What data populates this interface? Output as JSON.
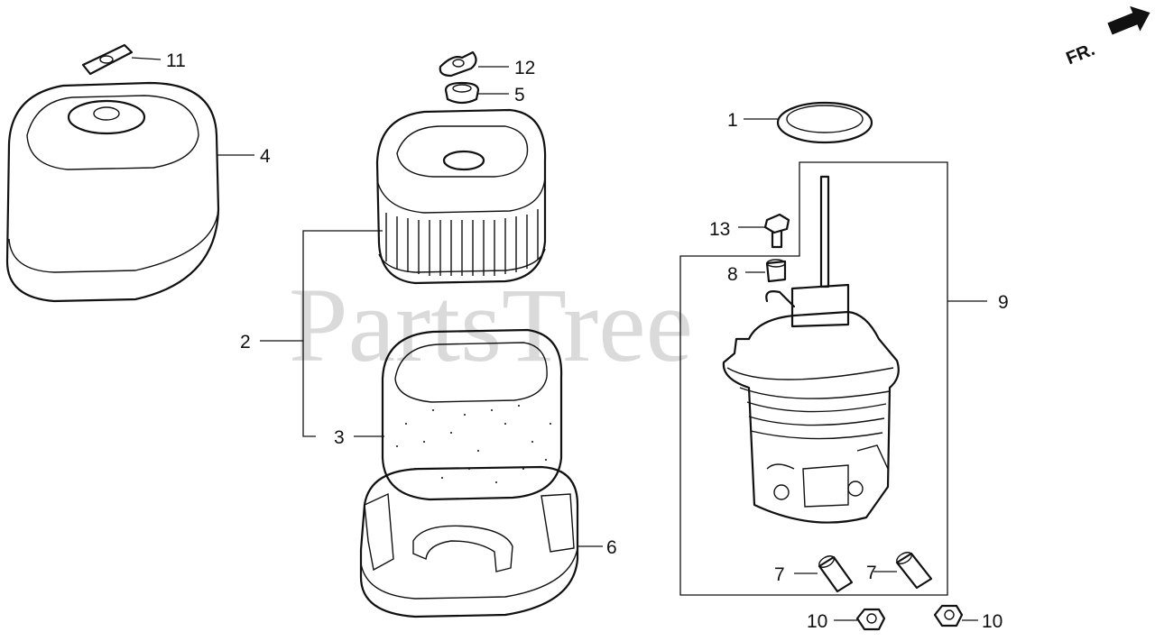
{
  "watermark": "PartsTree",
  "direction_indicator": "FR.",
  "callouts": {
    "c1": "1",
    "c2": "2",
    "c3": "3",
    "c4": "4",
    "c5": "5",
    "c6": "6",
    "c7a": "7",
    "c7b": "7",
    "c8": "8",
    "c9": "9",
    "c10a": "10",
    "c10b": "10",
    "c11": "11",
    "c12": "12",
    "c13": "13"
  },
  "icons": {
    "fr_arrow": "front-direction-arrow-icon"
  }
}
